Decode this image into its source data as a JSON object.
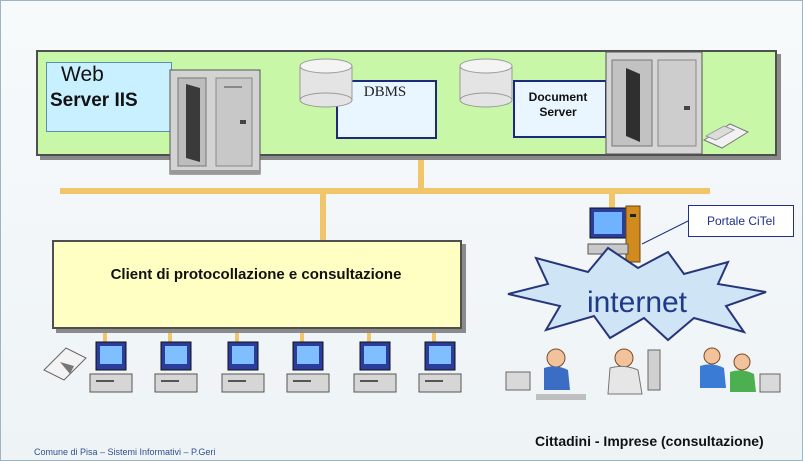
{
  "diagram": {
    "web_server": {
      "line1": "Web",
      "line2": "Server IIS"
    },
    "dbms": "DBMS",
    "document_server": {
      "line1": "Document",
      "line2": "Server"
    },
    "client": "Client di protocollazione e consultazione",
    "portale": "Portale CiTel",
    "internet": "internet",
    "footer_left": "Comune di Pisa – Sistemi Informativi – P.Geri",
    "footer_right": "Cittadini - Imprese (consultazione)"
  },
  "colors": {
    "server_band": "#c8f7a8",
    "client_band": "#ffffc4",
    "connector": "#f1c66b",
    "internet_cloud": "#cfe4f5",
    "label_blue": "#203a8a"
  }
}
